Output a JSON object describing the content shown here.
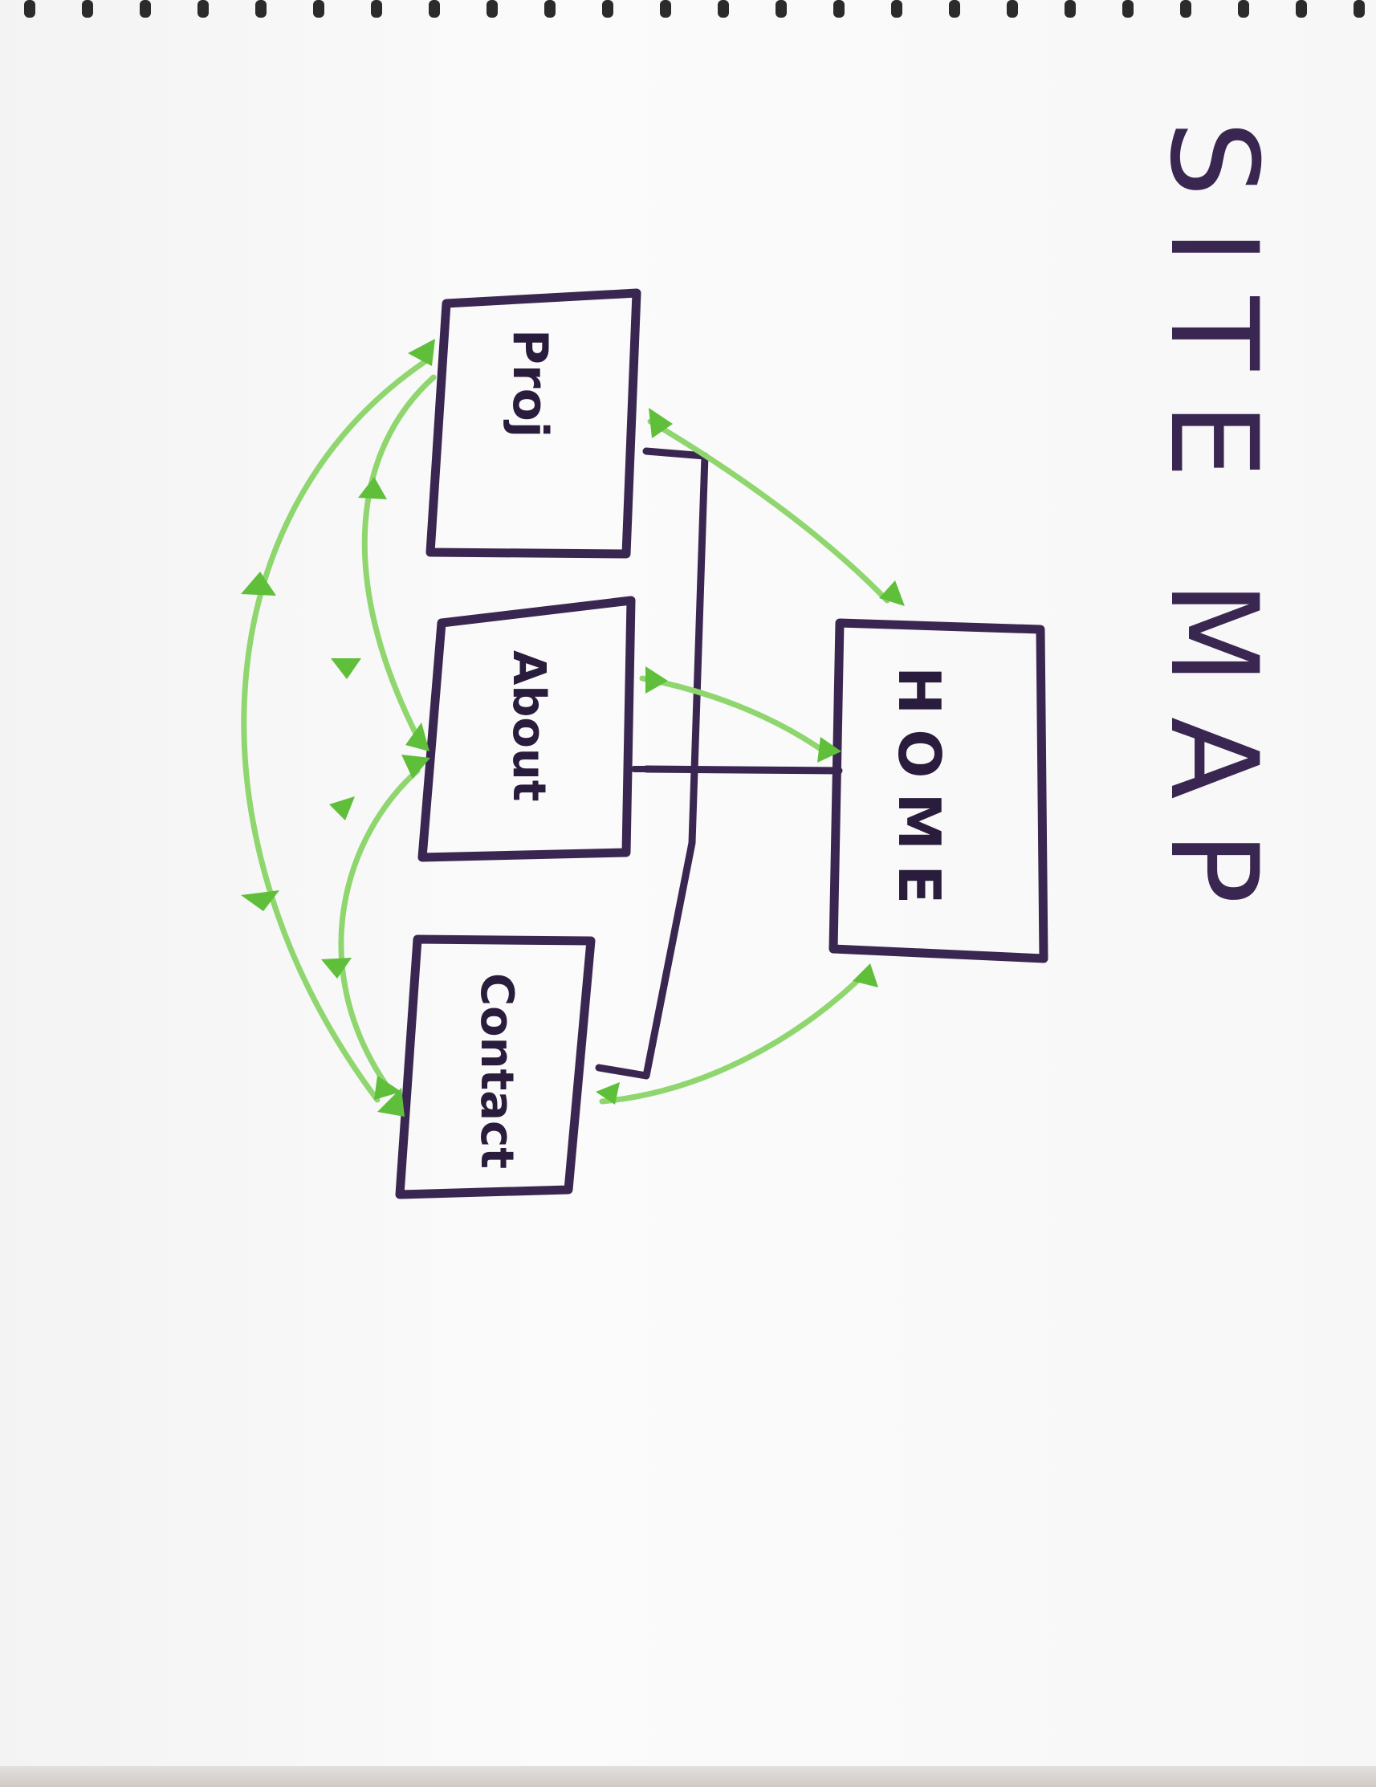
{
  "title": "SITE MAP",
  "pages": {
    "home": "HOME",
    "proj": "Proj",
    "about": "About",
    "contact": "Contact"
  },
  "colors": {
    "ink": "#3a2751",
    "arrows": "#8fd66f",
    "paper": "#f7f7f8"
  }
}
